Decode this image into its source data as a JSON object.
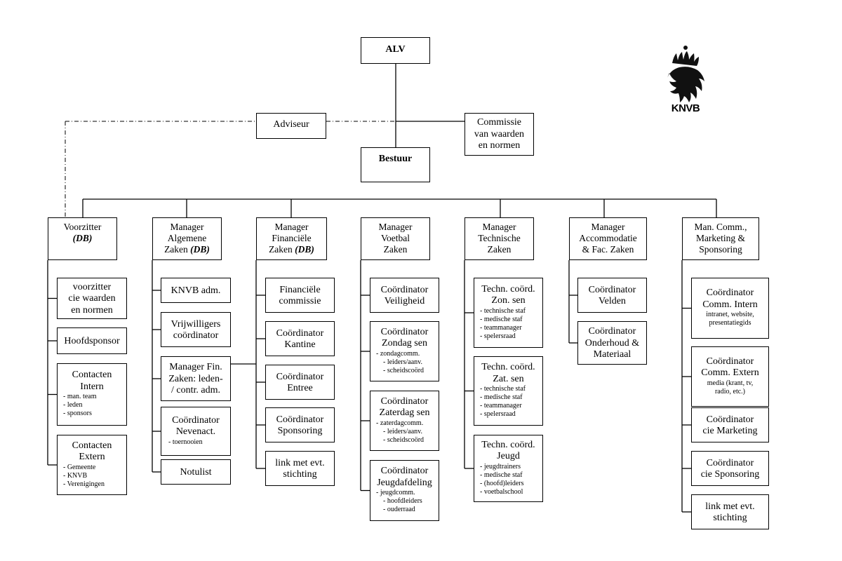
{
  "top": {
    "alv": "ALV",
    "adviseur": "Adviseur",
    "commissie": [
      "Commissie",
      "van waarden",
      "en normen"
    ],
    "bestuur": "Bestuur"
  },
  "logo": {
    "text": "KNVB",
    "icon": "lion-crown-logo-icon"
  },
  "managers": [
    {
      "title": [
        "Voorzitter"
      ],
      "db": "(DB)",
      "children": [
        {
          "title": [
            "voorzitter",
            "cie waarden",
            "en normen"
          ],
          "items": []
        },
        {
          "title": [
            "Hoofdsponsor"
          ],
          "items": []
        },
        {
          "title": [
            "Contacten",
            "Intern"
          ],
          "items": [
            "- man. team",
            "- leden",
            "- sponsors"
          ]
        },
        {
          "title": [
            "Contacten",
            "Extern"
          ],
          "items": [
            "- Gemeente",
            "- KNVB",
            "- Verenigingen"
          ]
        }
      ]
    },
    {
      "title": [
        "Manager",
        "Algemene",
        "Zaken"
      ],
      "db": "(DB)",
      "children": [
        {
          "title": [
            "KNVB adm."
          ],
          "items": []
        },
        {
          "title": [
            "Vrijwilligers",
            "coördinator"
          ],
          "items": []
        },
        {
          "title": [
            "Manager Fin.",
            "Zaken: leden-",
            "/ contr. adm."
          ],
          "items": []
        },
        {
          "title": [
            "Coördinator",
            "Nevenact."
          ],
          "items": [
            "- toernooien"
          ]
        },
        {
          "title": [
            "Notulist"
          ],
          "items": []
        }
      ]
    },
    {
      "title": [
        "Manager",
        "Financiële",
        "Zaken"
      ],
      "db": "(DB)",
      "children": [
        {
          "title": [
            "Financiële",
            "commissie"
          ],
          "items": []
        },
        {
          "title": [
            "Coördinator",
            "Kantine"
          ],
          "items": []
        },
        {
          "title": [
            "Coördinator",
            "Entree"
          ],
          "items": []
        },
        {
          "title": [
            "Coördinator",
            "Sponsoring"
          ],
          "items": []
        },
        {
          "title": [
            "link met evt.",
            "stichting"
          ],
          "items": []
        }
      ]
    },
    {
      "title": [
        "Manager",
        "Voetbal",
        "Zaken"
      ],
      "db": "",
      "children": [
        {
          "title": [
            "Coördinator",
            "Veiligheid"
          ],
          "items": []
        },
        {
          "title": [
            "Coördinator",
            "Zondag sen"
          ],
          "items": [
            "- zondagcomm.",
            "- leiders/aanv.",
            "- scheidscoörd"
          ]
        },
        {
          "title": [
            "Coördinator",
            "Zaterdag sen"
          ],
          "items": [
            "- zaterdagcomm.",
            "- leiders/aanv.",
            "- scheidscoörd"
          ]
        },
        {
          "title": [
            "Coördinator",
            "Jeugdafdeling"
          ],
          "items": [
            "- jeugdcomm.",
            "- hoofdleiders",
            "- ouderraad"
          ]
        }
      ]
    },
    {
      "title": [
        "Manager",
        "Technische",
        "Zaken"
      ],
      "db": "",
      "children": [
        {
          "title": [
            "Techn. coörd.",
            "Zon. sen"
          ],
          "items": [
            "- technische staf",
            "- medische staf",
            "- teammanager",
            "- spelersraad"
          ]
        },
        {
          "title": [
            "Techn. coörd.",
            "Zat. sen"
          ],
          "items": [
            "- technische staf",
            "- medische staf",
            "- teammanager",
            "- spelersraad"
          ]
        },
        {
          "title": [
            "Techn. coörd.",
            "Jeugd"
          ],
          "items": [
            "- jeugdtrainers",
            "- medische staf",
            "- (hoofd)leiders",
            "- voetbalschool"
          ]
        }
      ]
    },
    {
      "title": [
        "Manager",
        "Accommodatie",
        "& Fac. Zaken"
      ],
      "db": "",
      "children": [
        {
          "title": [
            "Coördinator",
            "Velden"
          ],
          "items": []
        },
        {
          "title": [
            "Coördinator",
            "Onderhoud &",
            "Materiaal"
          ],
          "items": []
        }
      ]
    },
    {
      "title": [
        "Man. Comm.,",
        "Marketing &",
        "Sponsoring"
      ],
      "db": "",
      "children": [
        {
          "title": [
            "Coördinator",
            "Comm. Intern"
          ],
          "items": [
            "intranet, website,",
            "presentatiegids"
          ]
        },
        {
          "title": [
            "Coördinator",
            "Comm. Extern"
          ],
          "items": [
            "media (krant, tv,",
            "radio, etc.)"
          ]
        },
        {
          "title": [
            "Coördinator",
            "cie Marketing"
          ],
          "items": []
        },
        {
          "title": [
            "Coördinator",
            "cie Sponsoring"
          ],
          "items": []
        },
        {
          "title": [
            "link met evt.",
            "stichting"
          ],
          "items": []
        }
      ]
    }
  ]
}
